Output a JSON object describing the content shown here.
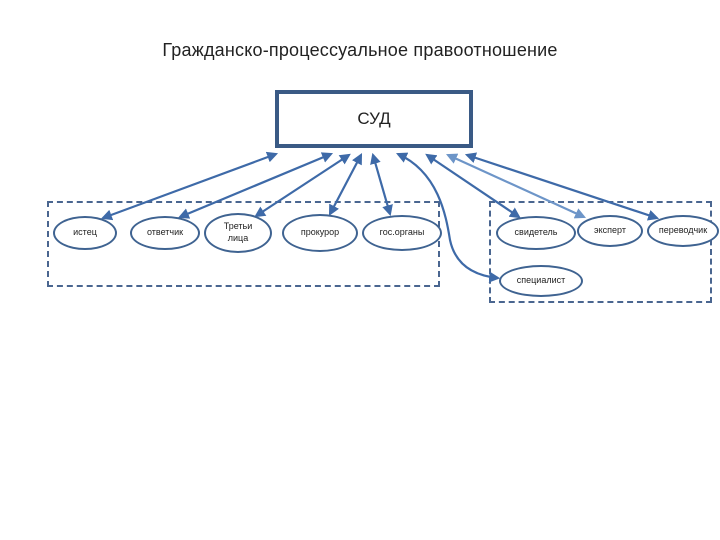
{
  "title": "Гражданско-процессуальное правоотношение",
  "court": {
    "label": "СУД"
  },
  "participants": [
    {
      "id": "plaintiff",
      "label": "истец"
    },
    {
      "id": "defendant",
      "label": "ответчик"
    },
    {
      "id": "third-parties",
      "label": "Третьи лица"
    },
    {
      "id": "prosecutor",
      "label": "прокурор"
    },
    {
      "id": "state-bodies",
      "label": "гос.органы"
    },
    {
      "id": "witness",
      "label": "свидетель"
    },
    {
      "id": "expert",
      "label": "эксперт"
    },
    {
      "id": "translator",
      "label": "переводчик"
    },
    {
      "id": "specialist",
      "label": "специалист"
    }
  ],
  "colors": {
    "node_border": "#3f6391",
    "court_border": "#3a5a85",
    "arrow": "#3e6aa8",
    "arrow_light": "#6d95c8",
    "group_border": "#4a6690"
  }
}
